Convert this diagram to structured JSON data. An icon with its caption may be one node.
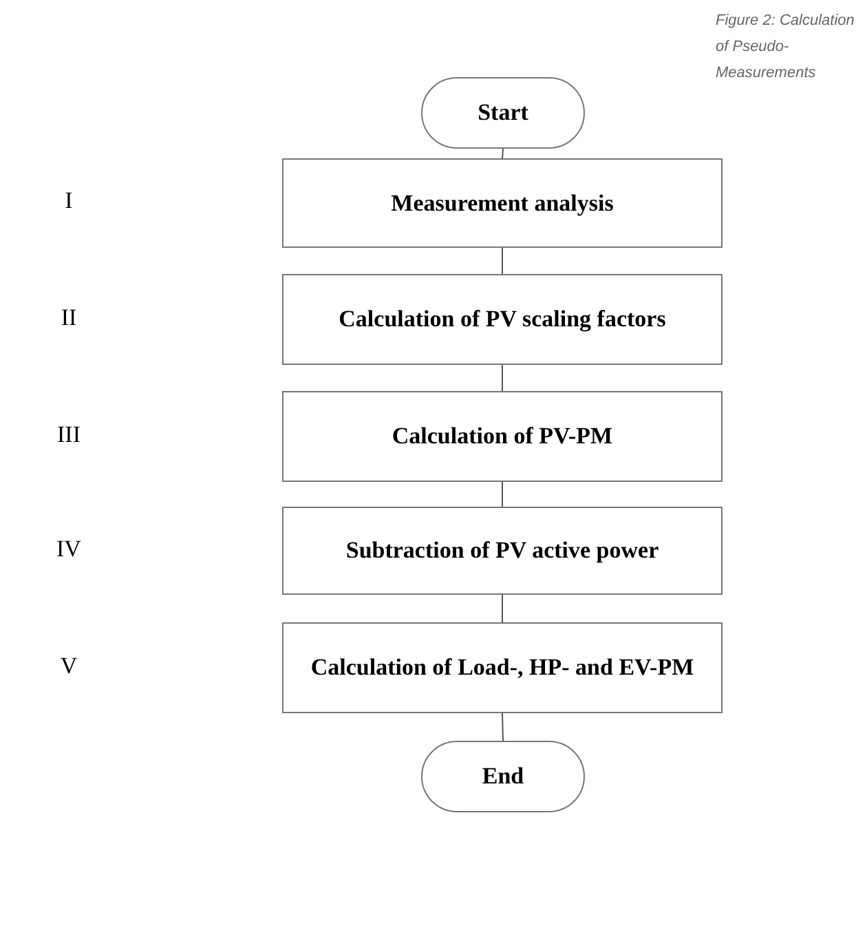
{
  "diagram": {
    "caption": "Figure 2: Calculation of Pseudo-Measurements",
    "nodes": [
      {
        "text": [
          "Start"
        ]
      },
      {
        "text": [
          "Measurement analysis"
        ]
      },
      {
        "text": [
          "Calculation of PV scaling factors"
        ]
      },
      {
        "text": [
          "Calculation of PV-PM"
        ]
      },
      {
        "text": [
          "Subtraction of PV active power"
        ]
      },
      {
        "text": [
          "Calculation of Load-, HP- and EV-PM"
        ]
      },
      {
        "text": [
          "End"
        ]
      }
    ],
    "edges": [
      {
        "from": 0,
        "to": 1,
        "arrow": "none"
      },
      {
        "from": 1,
        "to": 2,
        "arrow": "none"
      },
      {
        "from": 2,
        "to": 3,
        "arrow": "none"
      },
      {
        "from": 3,
        "to": 4,
        "arrow": "none"
      },
      {
        "from": 4,
        "to": 5,
        "arrow": "none"
      },
      {
        "from": 5,
        "to": 6,
        "arrow": "none"
      }
    ],
    "labels": [
      "I",
      "II",
      "III",
      "IV",
      "V"
    ]
  }
}
